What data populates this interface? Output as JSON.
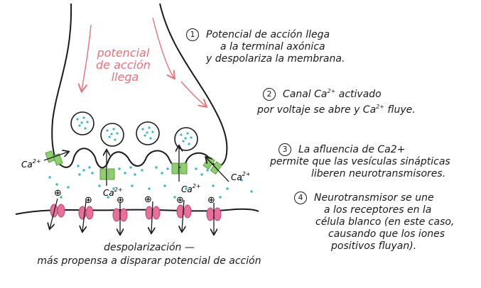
{
  "left_label": [
    "potencial",
    "de acción",
    "llega"
  ],
  "ion_labels": {
    "calcium": "Ca",
    "charge": "2+"
  },
  "positive_sign": "⊕",
  "steps": [
    {
      "number": "1",
      "lines": [
        "Potencial de acción llega",
        "a la terminal axónica",
        "y despolariza la membrana."
      ]
    },
    {
      "number": "2",
      "line1_pre": "Canal Ca",
      "line1_sup": "2+",
      "line1_post": " activado",
      "line2_pre": "por voltaje se abre y  Ca",
      "line2_sup": "2+",
      "line2_post": " fluye."
    },
    {
      "number": "3",
      "lines": [
        "La afluencia de Ca2+",
        "permite que las vesículas sinápticas",
        "liberen neurotransmisores."
      ]
    },
    {
      "number": "4",
      "lines": [
        "Neurotransmisor se une",
        "a los receptores en la",
        "célula blanco (en este caso,",
        "causando que los iones",
        "positivos fluyan)."
      ]
    }
  ],
  "caption": [
    "despolarización —",
    "más propensa a disparar potencial de acción"
  ],
  "colors": {
    "ink": "#1a1a1a",
    "signal": "#e8707a",
    "vesicle": "#3cb6c8",
    "channel": "#8fce6f",
    "receptor": "#e86f9a"
  }
}
